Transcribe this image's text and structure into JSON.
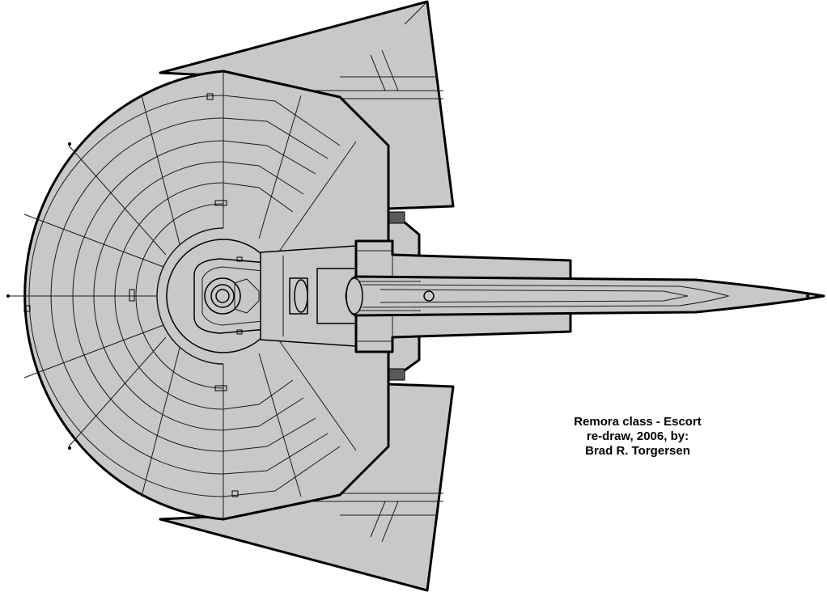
{
  "caption": {
    "line1": "Remora class - Escort",
    "line2": "re-draw, 2006, by:",
    "line3": "Brad R. Torgersen"
  },
  "colors": {
    "hull": "#c8c8c8",
    "outline": "#000000",
    "background": "#ffffff"
  }
}
